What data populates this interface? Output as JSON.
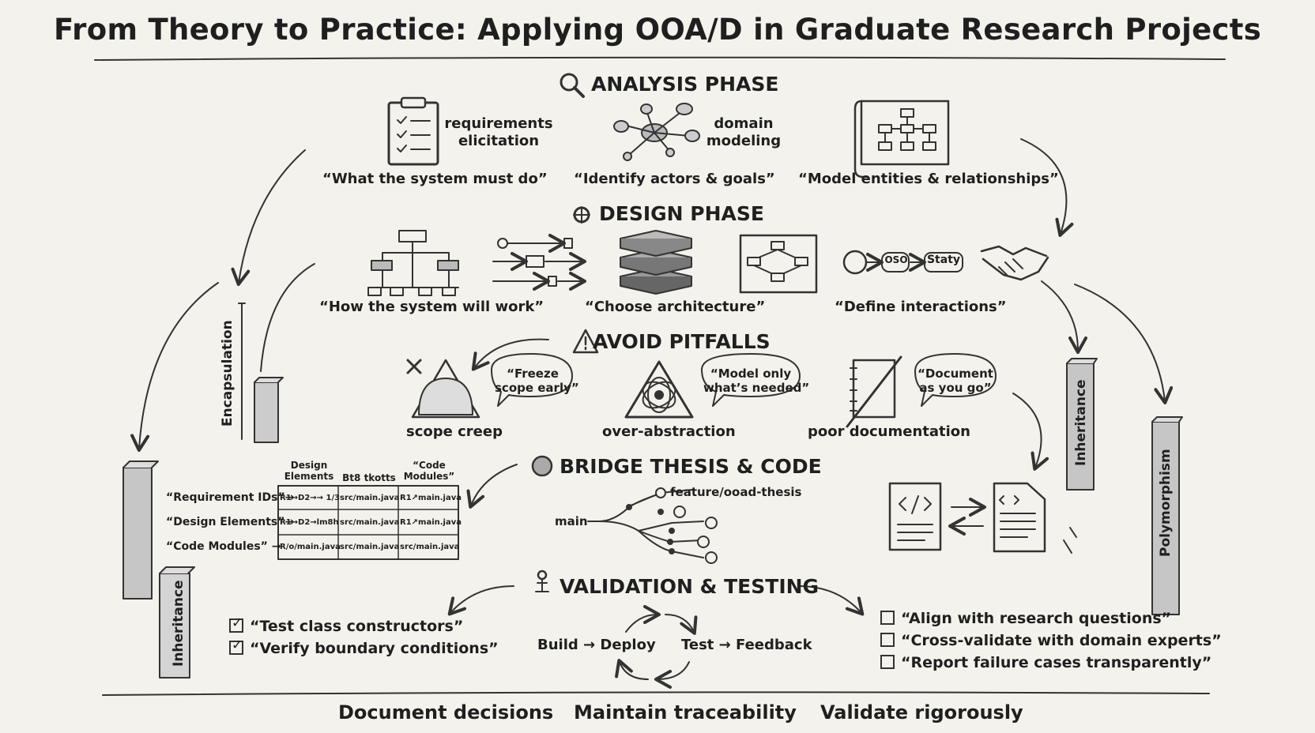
{
  "title": "From Theory to Practice: Applying OOA/D in Graduate Research Projects",
  "sections": {
    "analysis": "ANALYSIS PHASE",
    "design": "DESIGN PHASE",
    "pitfalls": "AVOID PITFALLS",
    "bridge": "BRIDGE THESIS & CODE",
    "validation": "VALIDATION & TESTING"
  },
  "icons": {
    "analysis": "magnifier-icon",
    "design": "gear-icon",
    "pitfalls": "warning-icon",
    "bridge": "sphere-icon",
    "validation": "probe-icon"
  },
  "analysis": {
    "requirements_label": "requirements\nelicitation",
    "domain_label": "domain\nmodeling",
    "quote1": "“What the system must do”",
    "quote2": "“Identify actors & goals”",
    "quote3": "“Model entities & relationships”"
  },
  "design": {
    "quote1": "“How the system will work”",
    "quote2": "“Choose architecture”",
    "quote3": "“Define interactions”",
    "seq_box1": "OSO",
    "seq_box2": "Staty"
  },
  "pitfalls": {
    "items": [
      {
        "label": "scope creep",
        "advice": "“Freeze\nscope early”"
      },
      {
        "label": "over-abstraction",
        "advice": "“Model only\nwhat’s needed”"
      },
      {
        "label": "poor documentation",
        "advice": "“Document\nas you go”"
      }
    ]
  },
  "bridge": {
    "table_headers": [
      "Design\nElements",
      "Bt8 tkotts",
      "“Code\nModules”"
    ],
    "row_labels": [
      "“Requirement IDs”→",
      "“Design Elements”→",
      "“Code Modules” →"
    ],
    "rows": [
      [
        "R1→D2→→ 1/3",
        "src/main.java",
        "R1↗main.java"
      ],
      [
        "R1→D2→lm8h",
        "src/main.java",
        "R1↗main.java"
      ],
      [
        "R/o/main.java",
        "src/main.java",
        "src/main.java"
      ]
    ],
    "branch_main": "main",
    "branch_feature": "feature/ooad-thesis"
  },
  "validation": {
    "left_checks": [
      "“Test class constructors”",
      "“Verify boundary conditions”"
    ],
    "cycle_left": "Build → Deploy",
    "cycle_right": "Test → Feedback",
    "right_checks": [
      "“Align with research questions”",
      "“Cross-validate with domain experts”",
      "“Report failure cases transparently”"
    ]
  },
  "pillars": {
    "encapsulation": "Encapsulation",
    "inheritance_left": "Inheritance",
    "inheritance_right": "Inheritance",
    "polymorphism": "Polymorphism"
  },
  "footer": [
    "Document decisions",
    "Maintain traceability",
    "Validate rigorously"
  ]
}
